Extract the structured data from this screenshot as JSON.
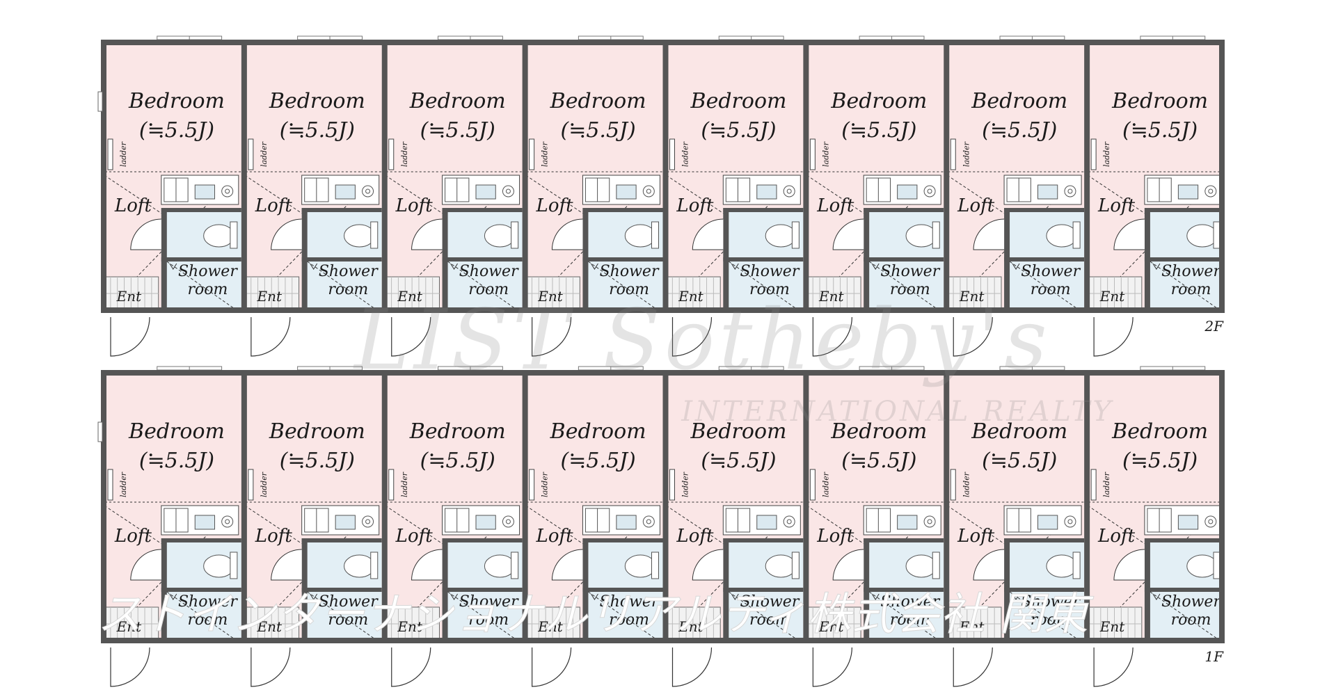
{
  "floors": [
    {
      "label": "2F",
      "units": [
        {
          "bedroom": "Bedroom",
          "size": "(≒5.5J)",
          "loft": "Loft",
          "ladder": "ladder",
          "shower1": "Shower",
          "shower2": "room",
          "ent": "Ent"
        },
        {
          "bedroom": "Bedroom",
          "size": "(≒5.5J)",
          "loft": "Loft",
          "ladder": "ladder",
          "shower1": "Shower",
          "shower2": "room",
          "ent": "Ent"
        },
        {
          "bedroom": "Bedroom",
          "size": "(≒5.5J)",
          "loft": "Loft",
          "ladder": "ladder",
          "shower1": "Shower",
          "shower2": "room",
          "ent": "Ent"
        },
        {
          "bedroom": "Bedroom",
          "size": "(≒5.5J)",
          "loft": "Loft",
          "ladder": "ladder",
          "shower1": "Shower",
          "shower2": "room",
          "ent": "Ent"
        },
        {
          "bedroom": "Bedroom",
          "size": "(≒5.5J)",
          "loft": "Loft",
          "ladder": "ladder",
          "shower1": "Shower",
          "shower2": "room",
          "ent": "Ent"
        },
        {
          "bedroom": "Bedroom",
          "size": "(≒5.5J)",
          "loft": "Loft",
          "ladder": "ladder",
          "shower1": "Shower",
          "shower2": "room",
          "ent": "Ent"
        },
        {
          "bedroom": "Bedroom",
          "size": "(≒5.5J)",
          "loft": "Loft",
          "ladder": "ladder",
          "shower1": "Shower",
          "shower2": "room",
          "ent": "Ent"
        },
        {
          "bedroom": "Bedroom",
          "size": "(≒5.5J)",
          "loft": "Loft",
          "ladder": "ladder",
          "shower1": "Shower",
          "shower2": "room",
          "ent": "Ent"
        }
      ]
    },
    {
      "label": "1F",
      "units": [
        {
          "bedroom": "Bedroom",
          "size": "(≒5.5J)",
          "loft": "Loft",
          "ladder": "ladder",
          "shower1": "Shower",
          "shower2": "room",
          "ent": "Ent"
        },
        {
          "bedroom": "Bedroom",
          "size": "(≒5.5J)",
          "loft": "Loft",
          "ladder": "ladder",
          "shower1": "Shower",
          "shower2": "room",
          "ent": "Ent"
        },
        {
          "bedroom": "Bedroom",
          "size": "(≒5.5J)",
          "loft": "Loft",
          "ladder": "ladder",
          "shower1": "Shower",
          "shower2": "room",
          "ent": "Ent"
        },
        {
          "bedroom": "Bedroom",
          "size": "(≒5.5J)",
          "loft": "Loft",
          "ladder": "ladder",
          "shower1": "Shower",
          "shower2": "room",
          "ent": "Ent"
        },
        {
          "bedroom": "Bedroom",
          "size": "(≒5.5J)",
          "loft": "Loft",
          "ladder": "ladder",
          "shower1": "Shower",
          "shower2": "room",
          "ent": "Ent"
        },
        {
          "bedroom": "Bedroom",
          "size": "(≒5.5J)",
          "loft": "Loft",
          "ladder": "ladder",
          "shower1": "Shower",
          "shower2": "room",
          "ent": "Ent"
        },
        {
          "bedroom": "Bedroom",
          "size": "(≒5.5J)",
          "loft": "Loft",
          "ladder": "ladder",
          "shower1": "Shower",
          "shower2": "room",
          "ent": "Ent"
        },
        {
          "bedroom": "Bedroom",
          "size": "(≒5.5J)",
          "loft": "Loft",
          "ladder": "ladder",
          "shower1": "Shower",
          "shower2": "room",
          "ent": "Ent"
        }
      ]
    }
  ],
  "watermark": {
    "logo": "LIST Sotheby's",
    "sub": "INTERNATIONAL REALTY",
    "company": "ストインターナショナルリアルティ株式会社 関東"
  },
  "colors": {
    "bedroom": "#fae6e6",
    "wet": "#e3eff5",
    "wall": "#555555",
    "ink": "#1a1a1a"
  }
}
